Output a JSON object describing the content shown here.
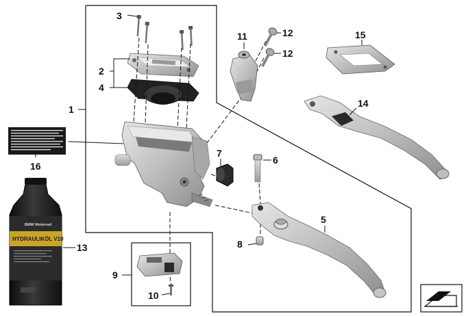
{
  "diagram": {
    "callouts": [
      {
        "id": "c1",
        "text": "1"
      },
      {
        "id": "c2",
        "text": "2"
      },
      {
        "id": "c3",
        "text": "3"
      },
      {
        "id": "c4",
        "text": "4"
      },
      {
        "id": "c5",
        "text": "5"
      },
      {
        "id": "c6",
        "text": "6"
      },
      {
        "id": "c7",
        "text": "7"
      },
      {
        "id": "c8",
        "text": "8"
      },
      {
        "id": "c9",
        "text": "9"
      },
      {
        "id": "c10",
        "text": "10"
      },
      {
        "id": "c11",
        "text": "11"
      },
      {
        "id": "c12a",
        "text": "12"
      },
      {
        "id": "c12b",
        "text": "12"
      },
      {
        "id": "c13",
        "text": "13"
      },
      {
        "id": "c14",
        "text": "14"
      },
      {
        "id": "c15",
        "text": "15"
      },
      {
        "id": "c16",
        "text": "16"
      }
    ],
    "bottle": {
      "brand": "BMW Motorrad",
      "product": "HYDRAULIKÖL V10"
    },
    "colors": {
      "part_fill": "#c9c9c9",
      "part_shade": "#9a9a9a",
      "part_dark": "#2a2a2a",
      "line": "#111111",
      "bottle": "#1c1c1c",
      "bottle_label": "#c8a52a"
    }
  }
}
